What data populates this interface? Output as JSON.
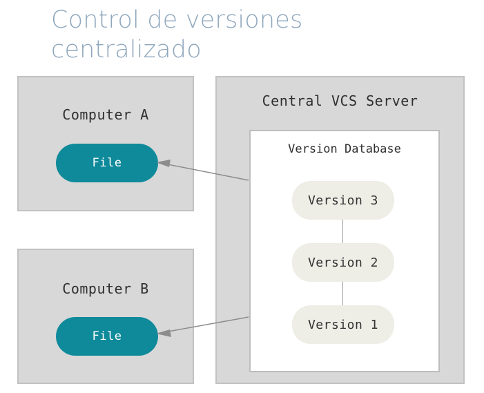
{
  "title": "Control de versiones centralizado",
  "server": {
    "label": "Central VCS Server",
    "database": {
      "label": "Version Database",
      "versions": [
        "Version 3",
        "Version 2",
        "Version 1"
      ]
    }
  },
  "computers": [
    {
      "label": "Computer A",
      "file": "File"
    },
    {
      "label": "Computer B",
      "file": "File"
    }
  ],
  "colors": {
    "title": "#8fa7bd",
    "box_fill": "#d8d8d8",
    "file_pill": "#0f8a9a",
    "version_pill": "#eeede6",
    "arrow": "#8c8c8c"
  }
}
